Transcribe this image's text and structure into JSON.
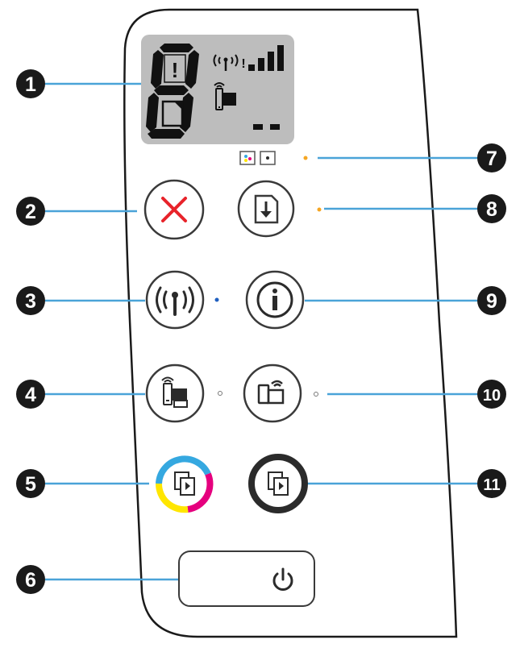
{
  "callouts": [
    {
      "id": "1",
      "label": "1"
    },
    {
      "id": "2",
      "label": "2"
    },
    {
      "id": "3",
      "label": "3"
    },
    {
      "id": "4",
      "label": "4"
    },
    {
      "id": "5",
      "label": "5"
    },
    {
      "id": "6",
      "label": "6"
    },
    {
      "id": "7",
      "label": "7"
    },
    {
      "id": "8",
      "label": "8"
    },
    {
      "id": "9",
      "label": "9"
    },
    {
      "id": "10",
      "label": "10"
    },
    {
      "id": "11",
      "label": "11"
    }
  ],
  "display": {
    "digit": "8",
    "error_mark": "!",
    "wifi_alert_mark": "!"
  },
  "colors": {
    "panel_stroke": "#1a1a1a",
    "display_bg": "#bdbdbd",
    "segment": "#111111",
    "callout_fill": "#1a1a1a",
    "cancel_x": "#e8232a",
    "leader_line": "#4aa3d8",
    "amber_led": "#f5a623",
    "blue_led": "#1f5fbf",
    "ring_cyan": "#35a8e0",
    "ring_magenta": "#e5007e",
    "ring_yellow": "#ffe600",
    "ring_black": "#2b2b2b"
  },
  "icons": {
    "cancel": "cancel-x-icon",
    "resume": "resume-icon",
    "wireless": "wireless-icon",
    "information": "information-icon",
    "wifi_direct": "wifi-direct-icon",
    "hp_eprint": "hp-eprint-icon",
    "color_copy": "color-copy-icon",
    "black_copy": "black-copy-icon",
    "power": "power-icon",
    "ink_alert": "ink-alert-icon"
  }
}
